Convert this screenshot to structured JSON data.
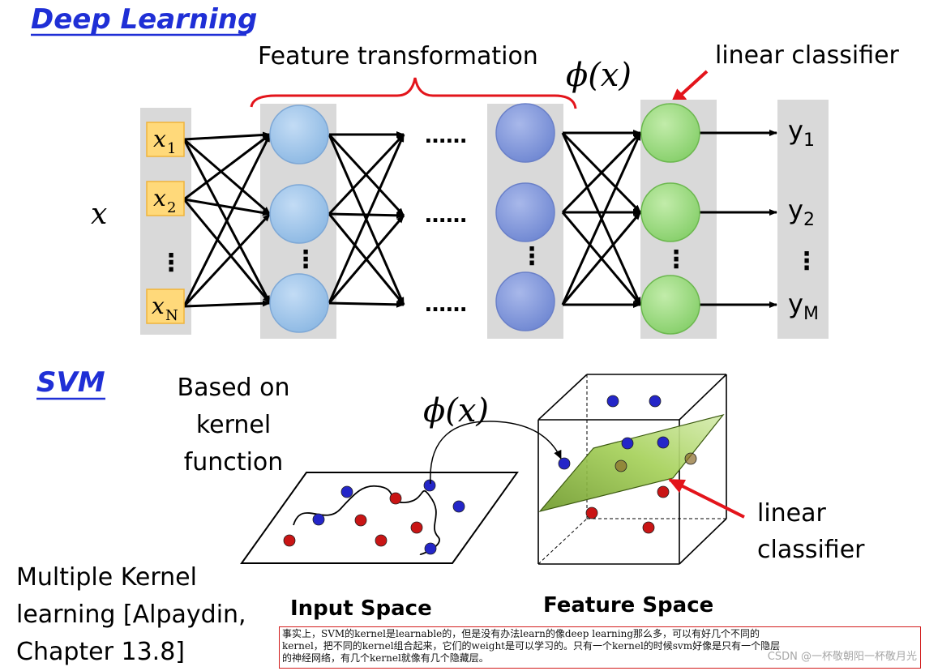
{
  "top": {
    "title": "Deep Learning",
    "feature_transformation_label": "Feature transformation",
    "phi": "ϕ(x)",
    "linear_classifier_label": "linear classifier",
    "input_var": "x",
    "inputs": [
      {
        "base": "x",
        "sub": "1"
      },
      {
        "base": "x",
        "sub": "2"
      },
      {
        "base": "x",
        "sub": "N"
      }
    ],
    "outputs": [
      {
        "base": "y",
        "sub": "1"
      },
      {
        "base": "y",
        "sub": "2"
      },
      {
        "base": "y",
        "sub": "M"
      }
    ],
    "ellipsis_h": "……",
    "ellipsis_v": "⋮"
  },
  "svm": {
    "title": "SVM",
    "kernel_label_lines": [
      "Based on",
      "kernel",
      "function"
    ],
    "phi": "ϕ(x)",
    "input_space_label": "Input Space",
    "feature_space_label": "Feature Space",
    "linear_classifier_lines": [
      "linear",
      "classifier"
    ]
  },
  "mkl": {
    "lines": [
      "Multiple Kernel",
      "learning [Alpaydin,",
      "Chapter 13.8]"
    ]
  },
  "note": {
    "lines": [
      "事实上，SVM的kernel是learnable的，但是没有办法learn的像deep learning那么多，可以有好几个不同的",
      "kernel，把不同的kernel组合起来，它们的weight是可以学习的。只有一个kernel的时候svm好像是只有一个隐层",
      "的神经网络，有几个kernel就像有几个隐藏层。"
    ]
  },
  "watermark": "CSDN @一杯敬朝阳一杯敬月光",
  "colors": {
    "title_blue": "#1f2fd6",
    "node_light_blue": "#9ec5ea",
    "node_dark_blue": "#7f96da",
    "node_green": "#9bd97f",
    "column_gray": "#d9d9d9",
    "input_box": "#ffd97a",
    "arrow_red": "#e3141b",
    "bracket_red": "#e3141b",
    "dot_red": "#c91515",
    "dot_blue": "#2426c8",
    "plane_green": "#9acb4a"
  }
}
